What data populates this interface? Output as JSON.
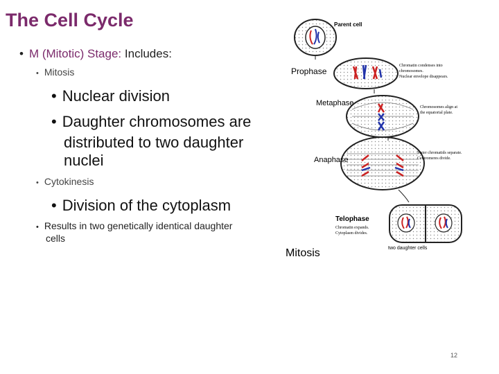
{
  "slide": {
    "title": "The Cell Cycle",
    "point1_label": "M (Mitotic) Stage:",
    "point1_rest": "Includes:",
    "mitosis": "Mitosis",
    "nuclear_division": "Nuclear division",
    "daughter_line1": "Daughter chromosomes are",
    "daughter_line2": "distributed to two daughter",
    "daughter_line3": "nuclei",
    "cytokinesis": "Cytokinesis",
    "division_cytoplasm": "Division of the cytoplasm",
    "results_line1": "Results in two genetically identical daughter",
    "results_line2": "cells",
    "page_number": "12"
  },
  "diagram": {
    "parent_cell": "Parent cell",
    "prophase": "Prophase",
    "prophase_note1": "Chromatin condenses into",
    "prophase_note2": "chromosomes.",
    "prophase_note3": "Nuclear envelope disappears.",
    "metaphase": "Metaphase",
    "metaphase_note1": "Chromosomes align at",
    "metaphase_note2": "the equatorial plate.",
    "anaphase": "Anaphase",
    "anaphase_note1": "Sister chromatids separate.",
    "anaphase_note2": "Centromeres divide.",
    "telophase": "Telophase",
    "telophase_note1": "Chromatin expands.",
    "telophase_note2": "Cytoplasm divides.",
    "two_daughter": "two daughter cells",
    "caption": "Mitosis"
  },
  "colors": {
    "title": "#7b2a6b",
    "chromosome_red": "#cc2222",
    "chromosome_blue": "#2233aa"
  }
}
